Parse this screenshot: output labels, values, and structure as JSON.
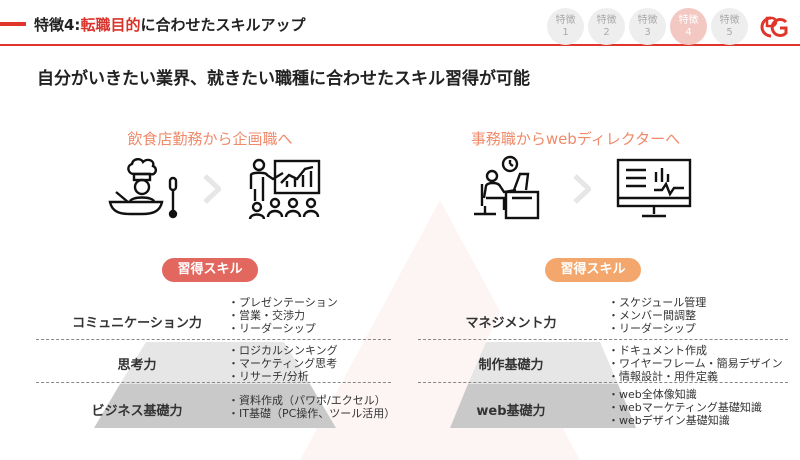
{
  "header": {
    "title_prefix": "特徴4:",
    "title_accent": "転職目的",
    "title_suffix": "に合わせたスキルアップ"
  },
  "steps": [
    {
      "label": "特徴",
      "num": "1"
    },
    {
      "label": "特徴",
      "num": "2"
    },
    {
      "label": "特徴",
      "num": "3"
    },
    {
      "label": "特徴",
      "num": "4"
    },
    {
      "label": "特徴",
      "num": "5"
    }
  ],
  "lead": "自分がいきたい業界、就きたい職種に合わせたスキル習得が可能",
  "left": {
    "title": "飲食店勤務から企画職へ",
    "badge": "習得スキル",
    "rows": [
      {
        "label": "コミュニケーション力",
        "items": [
          "・プレゼンテーション",
          "・営業・交渉力",
          "・リーダーシップ"
        ]
      },
      {
        "label": "思考力",
        "items": [
          "・ロジカルシンキング",
          "・マーケティング思考",
          "・リサーチ/分析"
        ]
      },
      {
        "label": "ビジネス基礎力",
        "items": [
          "・資料作成（パワポ/エクセル）",
          "・IT基礎（PC操作、ツール活用）"
        ]
      }
    ]
  },
  "right": {
    "title": "事務職からwebディレクターへ",
    "badge": "習得スキル",
    "rows": [
      {
        "label": "マネジメント力",
        "items": [
          "・スケジュール管理",
          "・メンバー間調整",
          "・リーダーシップ"
        ]
      },
      {
        "label": "制作基礎力",
        "items": [
          "・ドキュメント作成",
          "・ワイヤーフレーム・簡易デザイン",
          "・情報設計・用件定義"
        ]
      },
      {
        "label": "web基礎力",
        "items": [
          "・web全体像知識",
          "・webマーケティング基礎知識",
          "・webデザイン基礎知識"
        ]
      }
    ]
  },
  "colors": {
    "accent": "#e0352b",
    "left_badge": "#e2675e",
    "right_badge": "#f3a76c",
    "pyr_top": "#ffffff",
    "pyr_mid": "#e6e6e6",
    "pyr_bot": "#c9c9c9"
  }
}
